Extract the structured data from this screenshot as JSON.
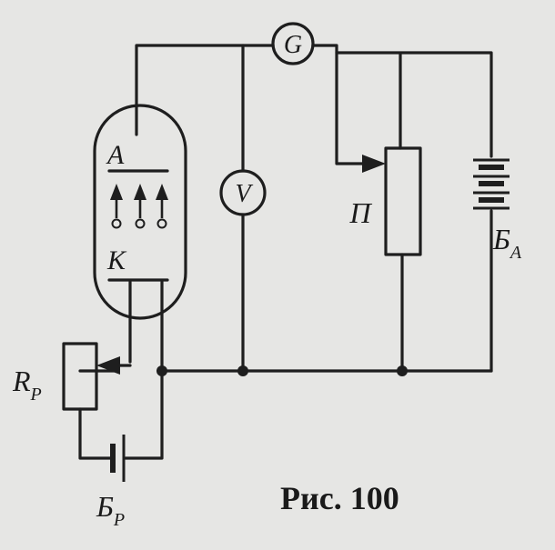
{
  "labels": {
    "anode": "A",
    "cathode": "K",
    "galvanometer": "G",
    "voltmeter": "V",
    "potentiometer": "П",
    "rheostat_main": "R",
    "rheostat_sub": "P",
    "anode_battery_main": "Б",
    "anode_battery_sub": "A",
    "heater_battery_main": "Б",
    "heater_battery_sub": "P"
  },
  "caption": "Рис. 100"
}
